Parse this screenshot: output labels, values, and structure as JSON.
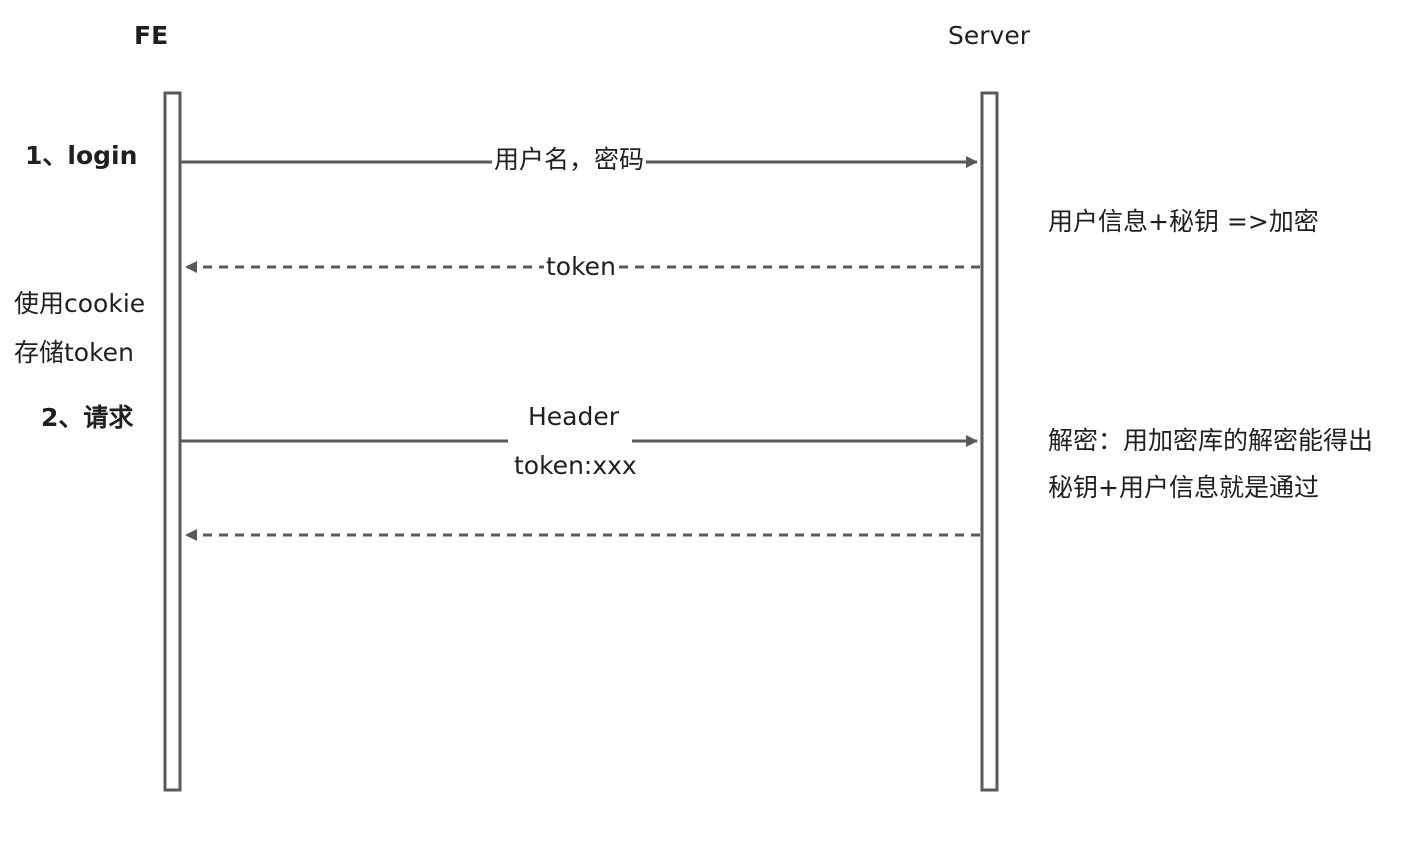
{
  "participants": {
    "fe": "FE",
    "server": "Server"
  },
  "messages": [
    {
      "label": "用户名，密码",
      "from": "FE",
      "to": "Server",
      "style": "solid"
    },
    {
      "label": "token",
      "from": "Server",
      "to": "FE",
      "style": "dashed"
    },
    {
      "label_lines": [
        "Header",
        "token:xxx"
      ],
      "from": "FE",
      "to": "Server",
      "style": "solid"
    },
    {
      "label": "",
      "from": "Server",
      "to": "FE",
      "style": "dashed"
    }
  ],
  "notes": {
    "step1": "1、login",
    "cookie_line1": "使用cookie",
    "cookie_line2": "存储token",
    "step2": "2、请求",
    "encrypt": "用户信息+秘钥 =>加密",
    "decrypt_line1": "解密：用加密库的解密能得出",
    "decrypt_line2": "秘钥+用户信息就是通过"
  },
  "colors": {
    "line": "#5a5a5a",
    "text": "#1f1f1f",
    "background": "#ffffff"
  }
}
